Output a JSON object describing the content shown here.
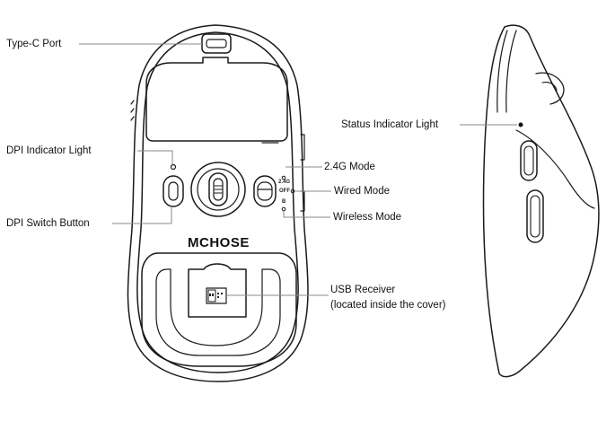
{
  "brand": "MCHOSE",
  "labels": {
    "type_c_port": "Type-C Port",
    "dpi_indicator_light": "DPI Indicator Light",
    "dpi_switch_button": "DPI Switch Button",
    "mode_24g": "2.4G Mode",
    "wired_mode": "Wired Mode",
    "wireless_mode": "Wireless Mode",
    "usb_receiver": "USB Receiver",
    "usb_receiver_note": "(located inside the cover)",
    "status_indicator_light": "Status Indicator Light"
  },
  "switch_marks": {
    "g24": "2.4G",
    "off": "OFF",
    "bt": "B"
  }
}
